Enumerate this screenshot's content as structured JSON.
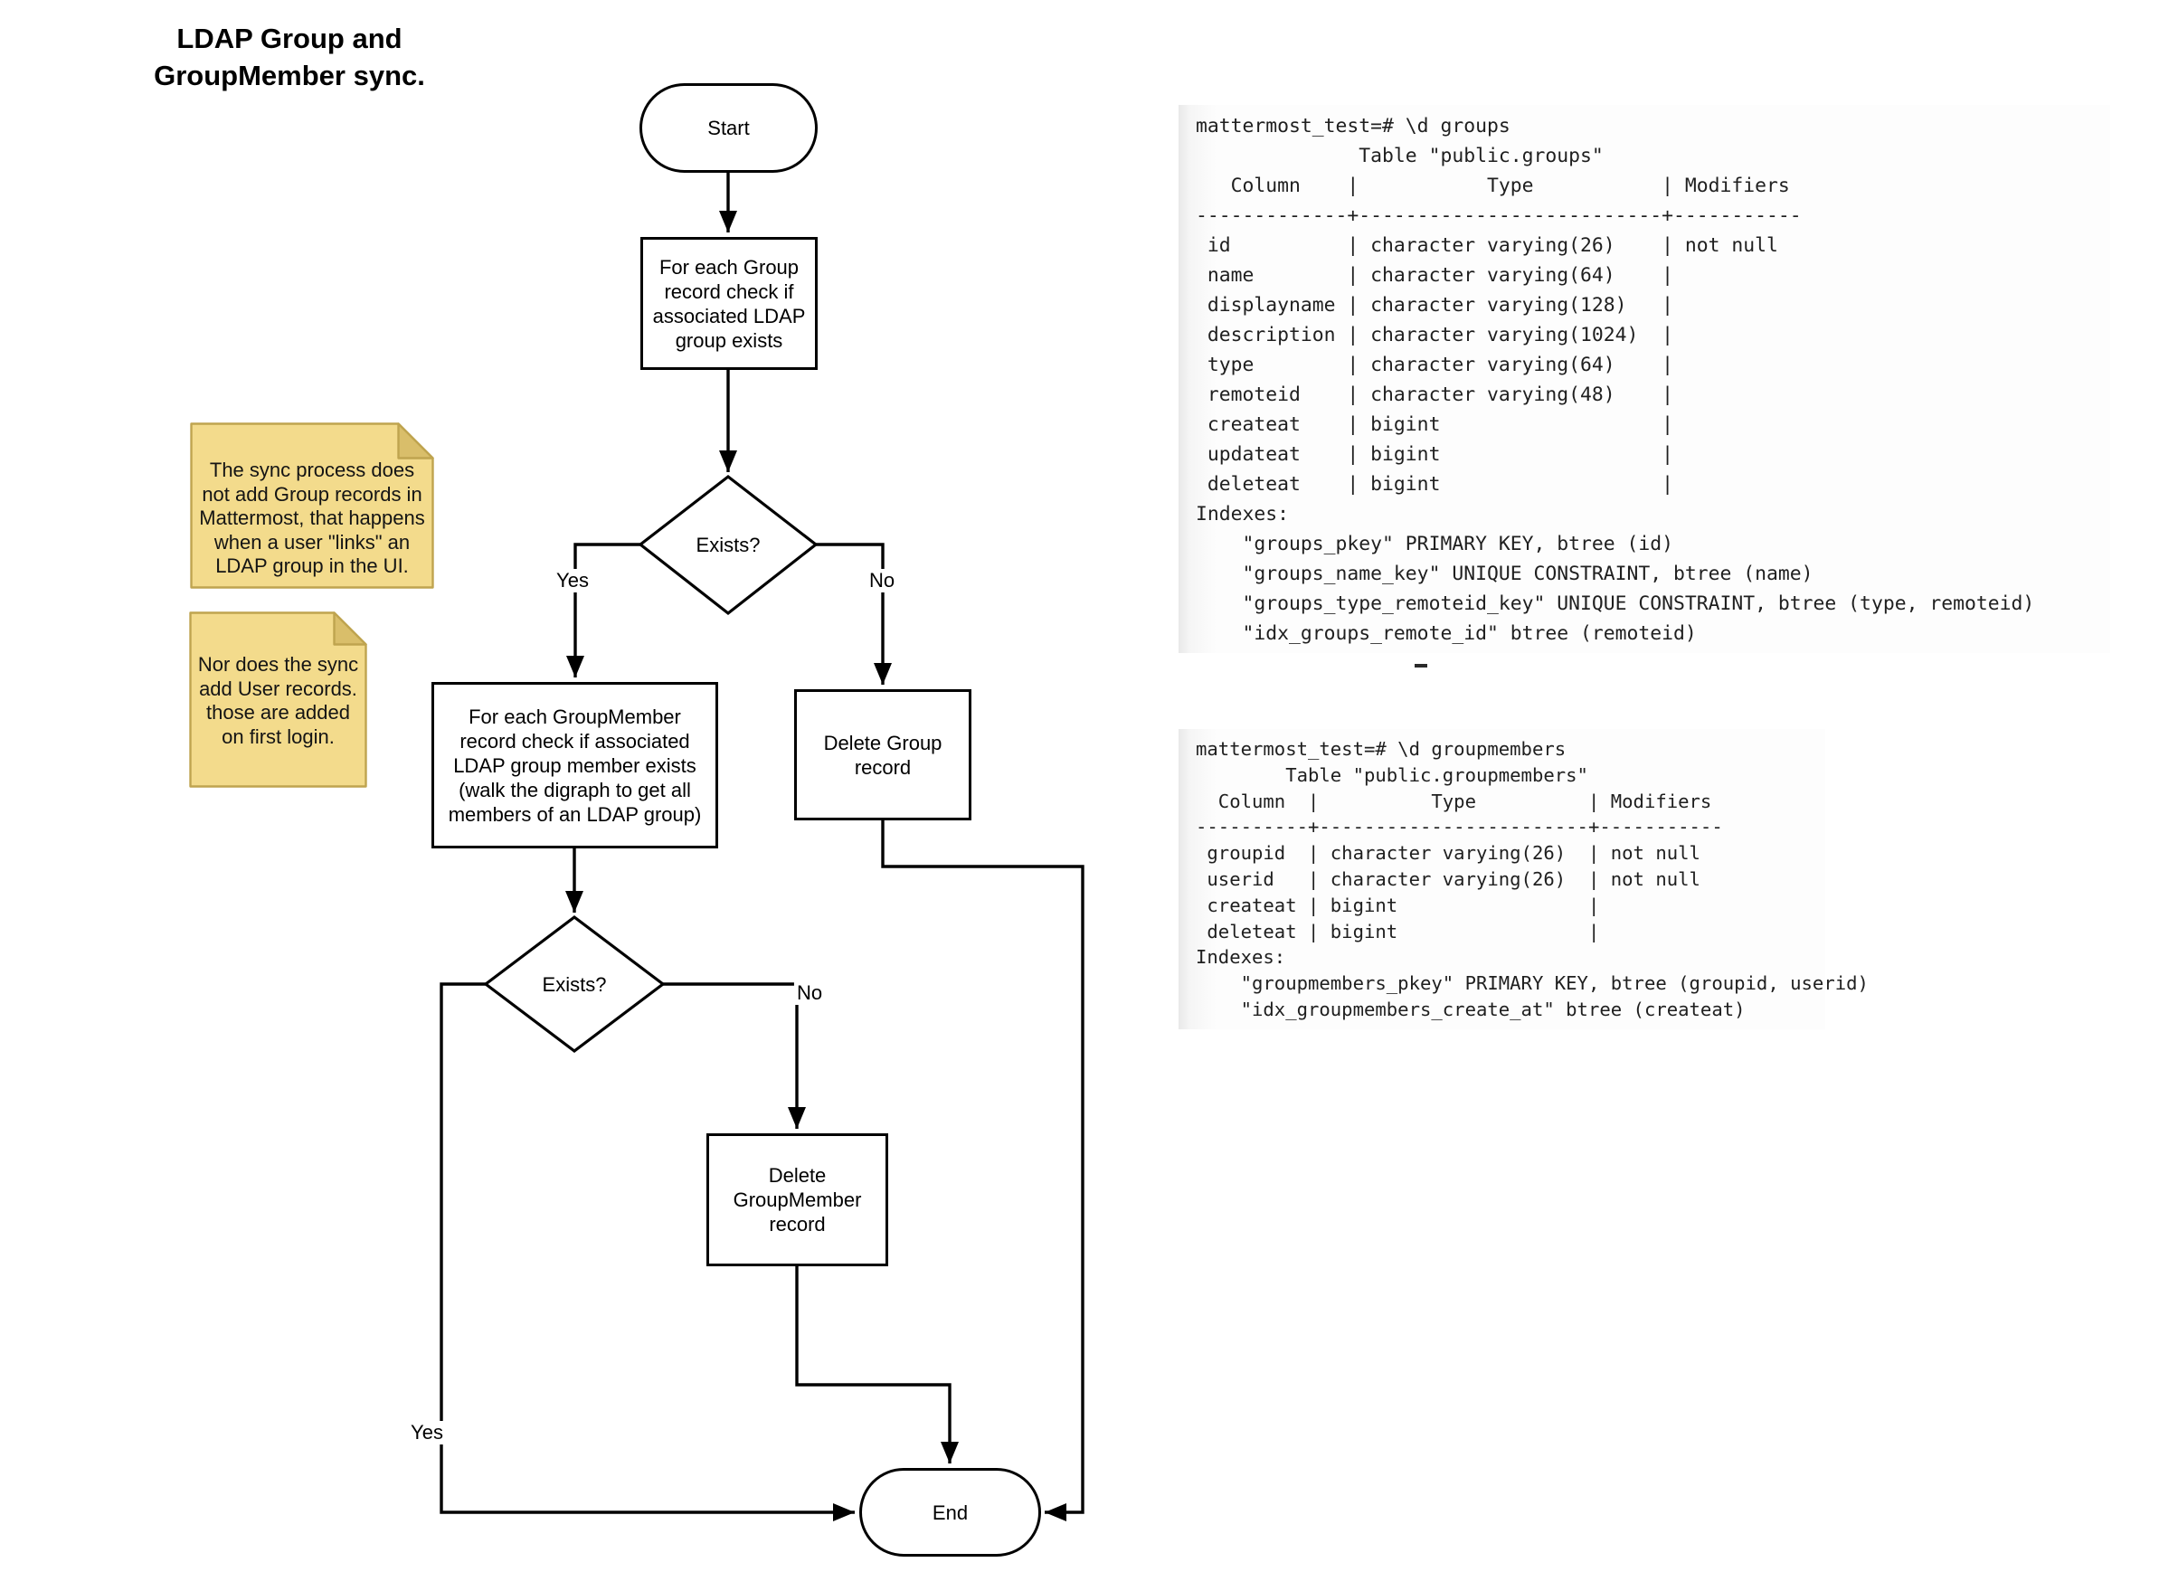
{
  "title": {
    "line1": "LDAP Group and",
    "line2": "GroupMember sync."
  },
  "flowchart": {
    "start_label": "Start",
    "check_group_label": "For each Group record check if associated LDAP group exists",
    "exists1_label": "Exists?",
    "exists1_yes_label": "Yes",
    "exists1_no_label": "No",
    "check_member_label": "For each GroupMember record check if associated LDAP group member exists (walk the digraph to get all members of an LDAP group)",
    "delete_group_label": "Delete Group record",
    "exists2_label": "Exists?",
    "exists2_yes_label": "Yes",
    "exists2_no_label": "No",
    "delete_member_label": "Delete GroupMember record",
    "end_label": "End"
  },
  "notes": [
    {
      "text": "The sync process does not add Group records in Mattermost, that happens when a user \"links\" an LDAP group in the UI."
    },
    {
      "text": "Nor does the sync add User records. those are added on first login."
    }
  ],
  "terminals": [
    {
      "lines": [
        "mattermost_test=# \\d groups",
        "              Table \"public.groups\"",
        "   Column    |           Type           | Modifiers",
        "-------------+--------------------------+-----------",
        " id          | character varying(26)    | not null",
        " name        | character varying(64)    |",
        " displayname | character varying(128)   |",
        " description | character varying(1024)  |",
        " type        | character varying(64)    |",
        " remoteid    | character varying(48)    |",
        " createat    | bigint                   |",
        " updateat    | bigint                   |",
        " deleteat    | bigint                   |",
        "Indexes:",
        "    \"groups_pkey\" PRIMARY KEY, btree (id)",
        "    \"groups_name_key\" UNIQUE CONSTRAINT, btree (name)",
        "    \"groups_type_remoteid_key\" UNIQUE CONSTRAINT, btree (type, remoteid)",
        "    \"idx_groups_remote_id\" btree (remoteid)"
      ]
    },
    {
      "lines": [
        "mattermost_test=# \\d groupmembers",
        "        Table \"public.groupmembers\"",
        "  Column  |          Type          | Modifiers",
        "----------+------------------------+-----------",
        " groupid  | character varying(26)  | not null",
        " userid   | character varying(26)  | not null",
        " createat | bigint                 |",
        " deleteat | bigint                 |",
        "Indexes:",
        "    \"groupmembers_pkey\" PRIMARY KEY, btree (groupid, userid)",
        "    \"idx_groupmembers_create_at\" btree (createat)"
      ]
    }
  ],
  "colors": {
    "line": "#000000",
    "node-bg": "#ffffff",
    "note-body": "#f3db8c",
    "note-fold": "#d9be6a",
    "note-border": "#bfa44f",
    "code-text": "#1f1f1f",
    "code-bg": "#fdfdfd"
  }
}
